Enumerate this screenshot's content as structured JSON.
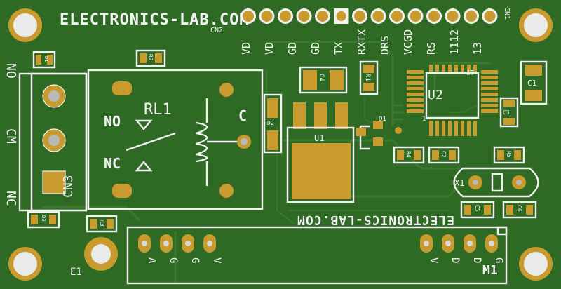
{
  "board": {
    "colors": {
      "pcb": "#2e6a24",
      "pcb_dark": "#1f4a1a",
      "trace": "#3a7a2e",
      "silkscreen": "#f2f2f2",
      "copper": "#c99a2e",
      "hole": "#eaeaea"
    },
    "text_top": "ELECTRONICS-LAB.COM",
    "text_bottom": "ELECTRONICS-LAB.COM",
    "cn1_label": "CN1",
    "cn2_label": "CN2",
    "cn3_label": "CN3",
    "header_pins": [
      "VD",
      "VD",
      "GD",
      "GD",
      "TX",
      "RX",
      "TX",
      "DRS",
      "VC",
      "GD",
      "RS",
      "11",
      "12",
      "13"
    ],
    "header_pins_text": [
      "VD",
      "VD",
      "GD",
      "GD",
      "TX",
      "RXTX",
      "DRS",
      "VCGD",
      "RS",
      "1112",
      "13"
    ],
    "relay": {
      "label": "RL1",
      "no": "NO",
      "nc": "NC",
      "c": "C"
    },
    "terminal_labels": {
      "no": "NO",
      "cm": "CM",
      "nc": "NC"
    },
    "ic_label": "U2",
    "regulator_label": "U1",
    "crystal_label": "X1",
    "transistor_label": "Q1",
    "module_label": "M1",
    "module_pins_left": [
      "A",
      "G",
      "G",
      "V"
    ],
    "module_pins_right": [
      "V",
      "D",
      "D",
      "G"
    ],
    "electrode_label": "E1",
    "components": {
      "d1": "D1",
      "d2": "D2",
      "d3": "D3",
      "r1": "R1",
      "r2": "R2",
      "r3": "R3",
      "r4": "R4",
      "r5": "R5",
      "c1": "C1",
      "c2": "C2",
      "c3": "C3",
      "c4": "C4",
      "c5": "C5",
      "c6": "C6"
    },
    "pin1_marks": [
      "1",
      "1",
      "17"
    ]
  }
}
